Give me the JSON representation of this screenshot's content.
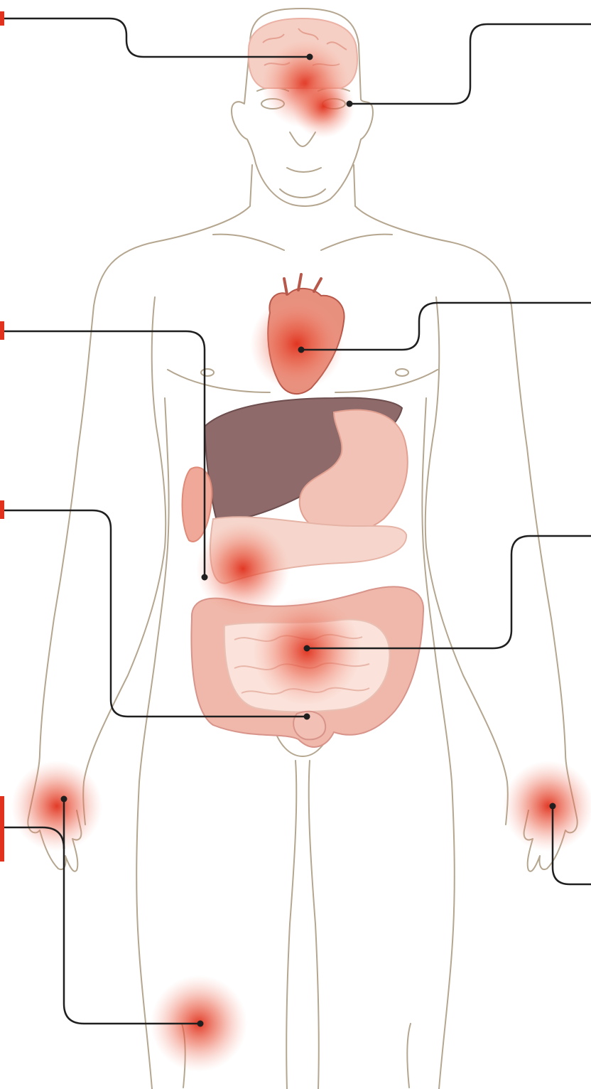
{
  "colors": {
    "outline": "#b5a68f",
    "leader": "#1f1f1f",
    "accent": "#e0321c",
    "hotspot": "#e23a28",
    "organ_pink": "#f2b5a8",
    "organ_dark": "#8e6a6a",
    "organ_light": "#f9dcd3"
  },
  "hotspots": [
    {
      "region": "brain"
    },
    {
      "region": "eyes"
    },
    {
      "region": "heart"
    },
    {
      "region": "pancreas"
    },
    {
      "region": "intestines"
    },
    {
      "region": "left-hand"
    },
    {
      "region": "right-hand"
    },
    {
      "region": "knee"
    }
  ],
  "callout_markers": [
    {
      "side": "left",
      "target": "brain"
    },
    {
      "side": "left",
      "target": "pancreas"
    },
    {
      "side": "left",
      "target": "rectum"
    },
    {
      "side": "left",
      "target": "knee"
    }
  ]
}
